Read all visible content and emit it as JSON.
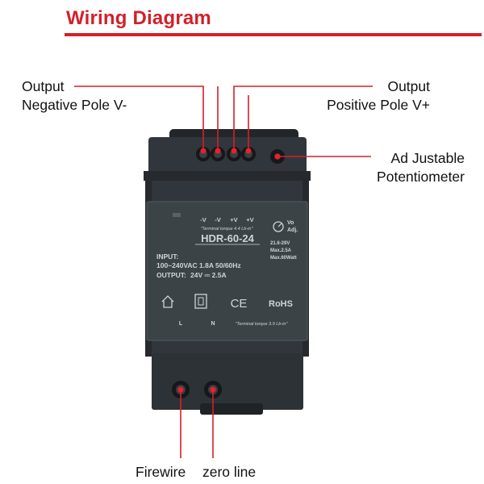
{
  "title": "Wiring Diagram",
  "labels": {
    "output_negative": [
      "Output",
      "Negative Pole V-"
    ],
    "output_positive": [
      "Output",
      "Positive Pole V+"
    ],
    "potentiometer": [
      "Ad Justable",
      "Potentiometer"
    ],
    "firewire": "Firewire",
    "zero_line": "zero line"
  },
  "device": {
    "model": "HDR-60-24",
    "terminals_top": [
      "-V",
      "-V",
      "+V",
      "+V"
    ],
    "torque_top": "\"Terminal torque 4.4 Lb-in\"",
    "vo_adj": [
      "Vo",
      "Adj."
    ],
    "input_label": "INPUT:",
    "input_spec": "100~240VAC 1.8A  50/60Hz",
    "output_label": "OUTPUT:",
    "output_spec": "24V ⎓ 2.5A",
    "ratings": [
      "21.6-29V",
      "Max.2.5A",
      "Max.60Watt"
    ],
    "ce_mark": "CE",
    "rohs_mark": "RoHS",
    "terminal_L": "L",
    "terminal_N": "N",
    "torque_bottom": "\"Terminal torque 3.9 Lb-in\""
  },
  "colors": {
    "accent": "#d3202a",
    "device_body": "#30363b",
    "device_edge": "#1c2024",
    "label_plate": "#3c4347",
    "plate_text": "#cfd4d6"
  }
}
